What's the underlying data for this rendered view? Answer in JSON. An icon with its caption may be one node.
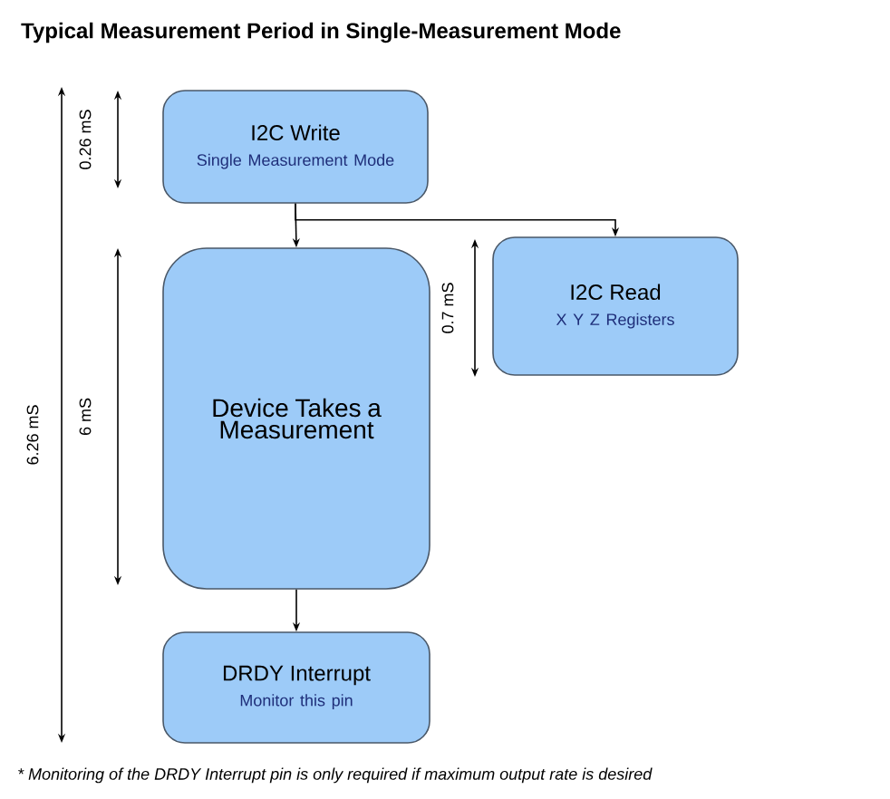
{
  "diagram": {
    "title": "Typical Measurement Period in Single-Measurement Mode",
    "caption": "* Monitoring of the DRDY Interrupt pin is only required if maximum output rate is desired",
    "nodes": [
      {
        "text": [
          "I2C Write",
          "Single Measurement Mode"
        ]
      },
      {
        "text": [
          "Device Takes a Measurement"
        ]
      },
      {
        "text": [
          "I2C Read",
          "X Y Z Registers"
        ]
      },
      {
        "text": [
          "DRDY Interrupt",
          "Monitor this pin"
        ]
      }
    ],
    "edges": [
      {
        "from": 0,
        "to": 1,
        "arrow": "to"
      },
      {
        "from": 0,
        "to": 2,
        "arrow": "to"
      },
      {
        "from": 1,
        "to": 3,
        "arrow": "to"
      }
    ],
    "labels": [
      "0.26 mS",
      "6 mS",
      "6.26 mS",
      "0.7 mS"
    ]
  }
}
